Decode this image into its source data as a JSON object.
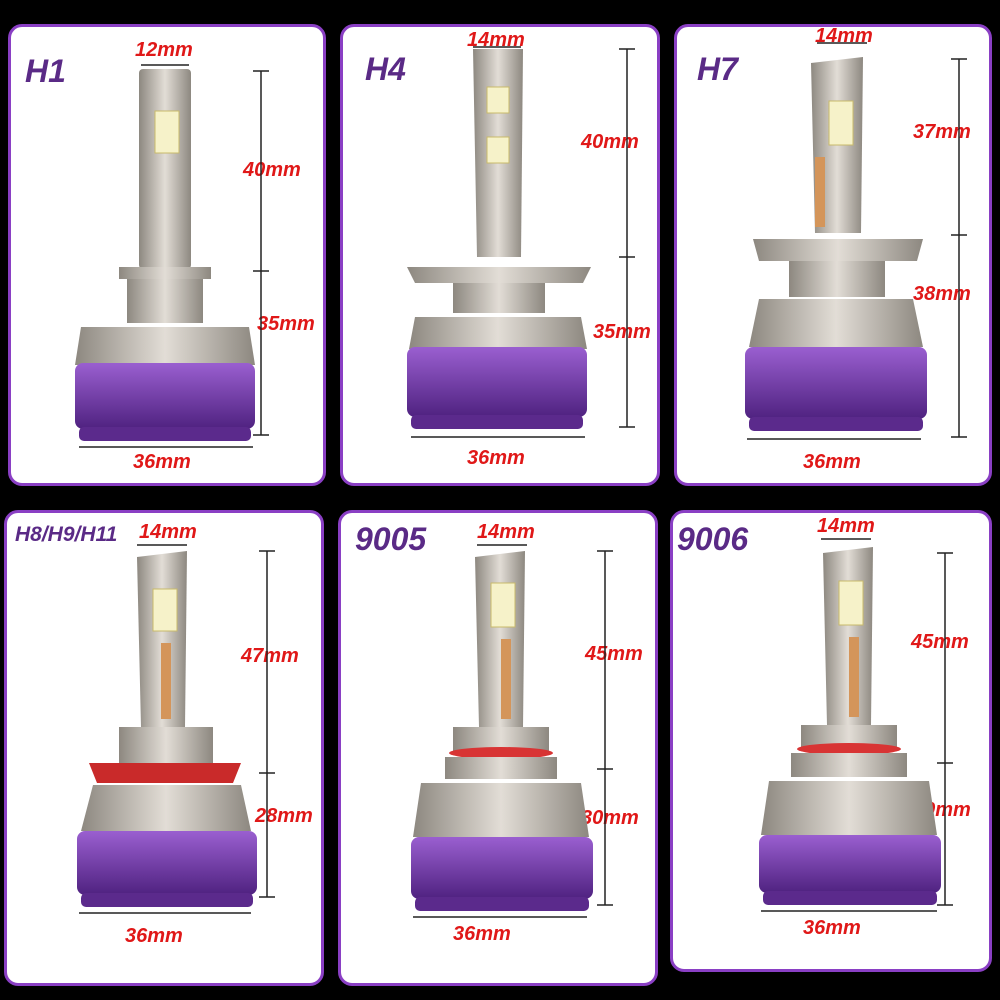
{
  "products": [
    {
      "model": "H1",
      "top": "12mm",
      "upper": "40mm",
      "lower": "35mm",
      "width": "36mm"
    },
    {
      "model": "H4",
      "top": "14mm",
      "upper": "40mm",
      "lower": "35mm",
      "width": "36mm"
    },
    {
      "model": "H7",
      "top": "14mm",
      "upper": "37mm",
      "lower": "38mm",
      "width": "36mm"
    },
    {
      "model": "H8/H9/H11",
      "top": "14mm",
      "upper": "47mm",
      "lower": "28mm",
      "width": "36mm"
    },
    {
      "model": "9005",
      "top": "14mm",
      "upper": "45mm",
      "lower": "30mm",
      "width": "36mm"
    },
    {
      "model": "9006",
      "top": "14mm",
      "upper": "45mm",
      "lower": "30mm",
      "width": "36mm"
    }
  ],
  "colors": {
    "border": "#8a3fc4",
    "label": "#5a2a86",
    "dimension": "#e01818",
    "base": "#7b3fb0",
    "metal": "#bdb6ad"
  }
}
